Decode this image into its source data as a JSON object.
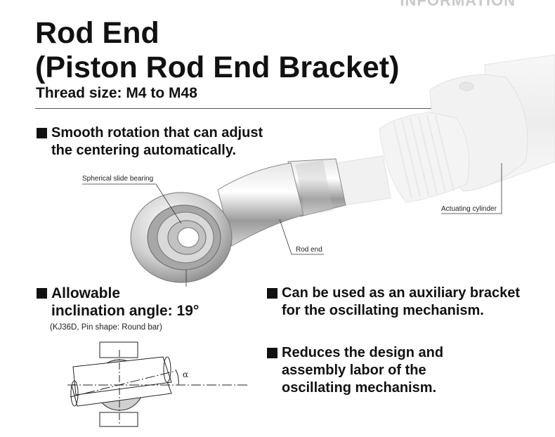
{
  "header": {
    "tag": "INFORMATION",
    "title_line1": "Rod End",
    "title_line2": "(Piston Rod End Bracket)",
    "subtitle": "Thread size: M4 to M48"
  },
  "features": [
    {
      "line1": "Smooth rotation that can adjust",
      "line2": "the centering automatically."
    },
    {
      "line1": "Allowable",
      "line2": "inclination angle: 19°"
    },
    {
      "line1": "Can be used as an auxiliary bracket",
      "line2": "for the oscillating mechanism."
    },
    {
      "line1": "Reduces the design and",
      "line2": "assembly labor of the",
      "line3": "oscillating mechanism."
    }
  ],
  "note": "(KJ36D, Pin shape: Round bar)",
  "labels": {
    "bearing": "Spherical slide bearing",
    "rod_end": "Rod end",
    "cylinder": "Actuating cylinder",
    "angle": "α"
  },
  "colors": {
    "text": "#111111",
    "metal_light": "#f2f2f2",
    "metal_mid": "#c8c8c8",
    "metal_dark": "#7a7a7a",
    "cylinder_ghost": "#eeeeee"
  }
}
